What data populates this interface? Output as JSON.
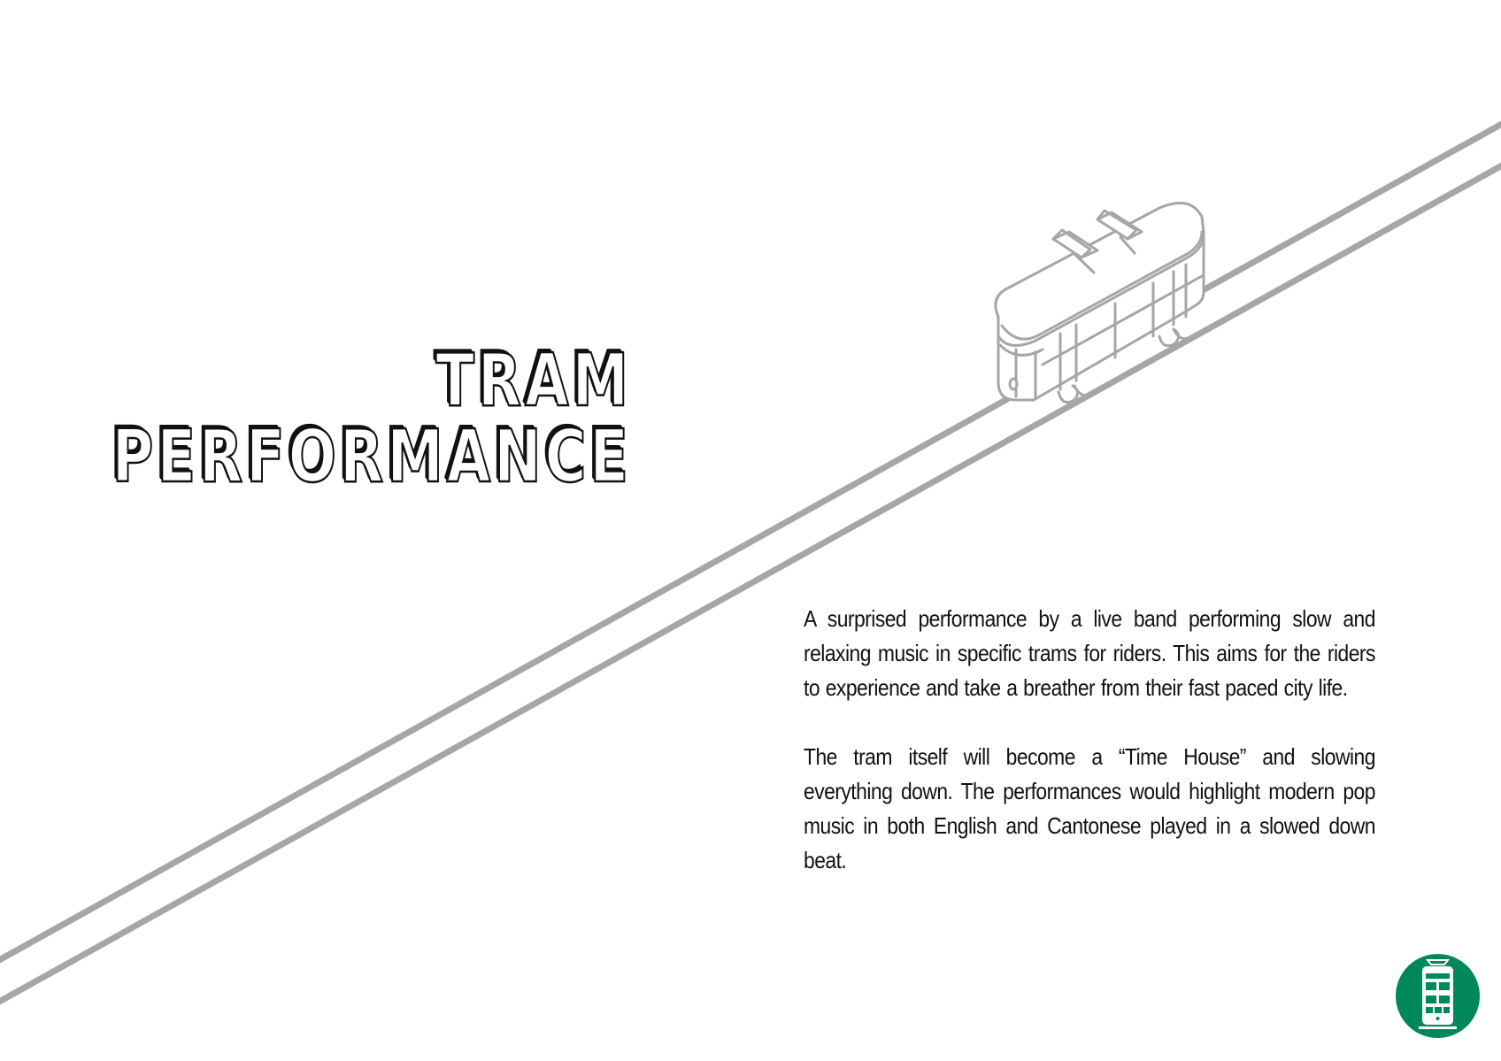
{
  "title": {
    "line1": "TRAM",
    "line2": "PERFORMANCE"
  },
  "body": {
    "paragraph1": "A surprised performance by a live band performing slow and relaxing music in specific trams for riders. This aims for the riders to experience and take a breather from their fast paced city life.",
    "paragraph2": "The tram itself will become a “Time House” and slowing everything down. The performances would highlight modern pop music in both English and Cantonese played in a slowed down beat."
  },
  "colors": {
    "track": "#a6a6a6",
    "tram_outline": "#a6a6a6",
    "logo_green": "#00875a",
    "text": "#111111"
  },
  "icons": {
    "illustration": "tram-line-illustration",
    "logo": "tram-logo-icon"
  }
}
